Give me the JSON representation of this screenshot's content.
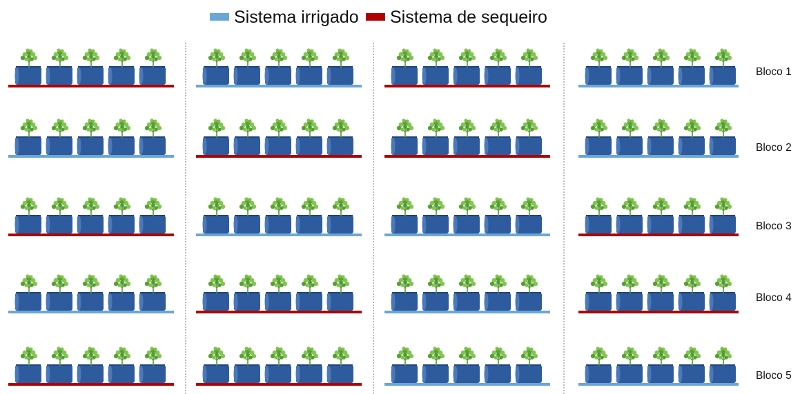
{
  "legend": [
    {
      "key": "irrigado",
      "label": "Sistema irrigado",
      "color": "#6aa6d6"
    },
    {
      "key": "sequeiro",
      "label": "Sistema de sequeiro",
      "color": "#b00000"
    }
  ],
  "pots_per_row": 5,
  "icons": {
    "pot": "pot-icon",
    "plant": "plant-icon"
  },
  "colors": {
    "pot_body": "#2e5b9e",
    "pot_top": "#1e447e",
    "pot_highlight": "#4a79bb",
    "leaf": "#7cc24a",
    "leaf_dark": "#4f9a2a",
    "divider": "#777777"
  },
  "blocks": [
    {
      "label": "Bloco 1",
      "systems": [
        "sequeiro",
        "irrigado",
        "sequeiro",
        "irrigado"
      ]
    },
    {
      "label": "Bloco 2",
      "systems": [
        "irrigado",
        "sequeiro",
        "sequeiro",
        "irrigado"
      ]
    },
    {
      "label": "Bloco 3",
      "systems": [
        "sequeiro",
        "irrigado",
        "irrigado",
        "sequeiro"
      ]
    },
    {
      "label": "Bloco 4",
      "systems": [
        "irrigado",
        "sequeiro",
        "irrigado",
        "sequeiro"
      ]
    },
    {
      "label": "Bloco 5",
      "systems": [
        "sequeiro",
        "sequeiro",
        "irrigado",
        "irrigado"
      ]
    }
  ]
}
